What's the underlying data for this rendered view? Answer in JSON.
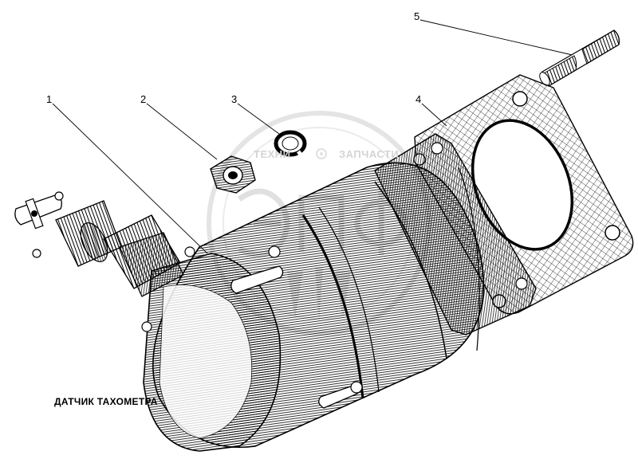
{
  "callouts": {
    "c1": "1",
    "c2": "2",
    "c3": "3",
    "c4": "4",
    "c5": "5"
  },
  "caption": "ДАТЧИК ТАХОМЕТРА",
  "watermark": {
    "word_left": "ТЕХНИ",
    "word_right": "ЗАПЧАСТИ",
    "logo_letters": "ЭПФ",
    "icon": "gear-icon",
    "color": "#d6d6d6"
  },
  "colors": {
    "ink": "#000000",
    "background": "#ffffff"
  }
}
